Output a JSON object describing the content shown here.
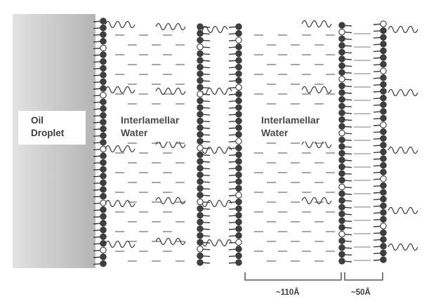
{
  "figure": {
    "oil_label_line1": "Oil",
    "oil_label_line2": "Droplet",
    "water_label_left_line1": "Interlamellar",
    "water_label_left_line2": "Water",
    "water_label_right_line1": "Interlamellar",
    "water_label_right_line2": "Water",
    "dimension_large": "~110Å",
    "dimension_small": "~50Å"
  },
  "colors": {
    "ink": "#3a3a3a",
    "oil_shade": "#bdbdbd",
    "head_fill": "#3f3f3f"
  }
}
